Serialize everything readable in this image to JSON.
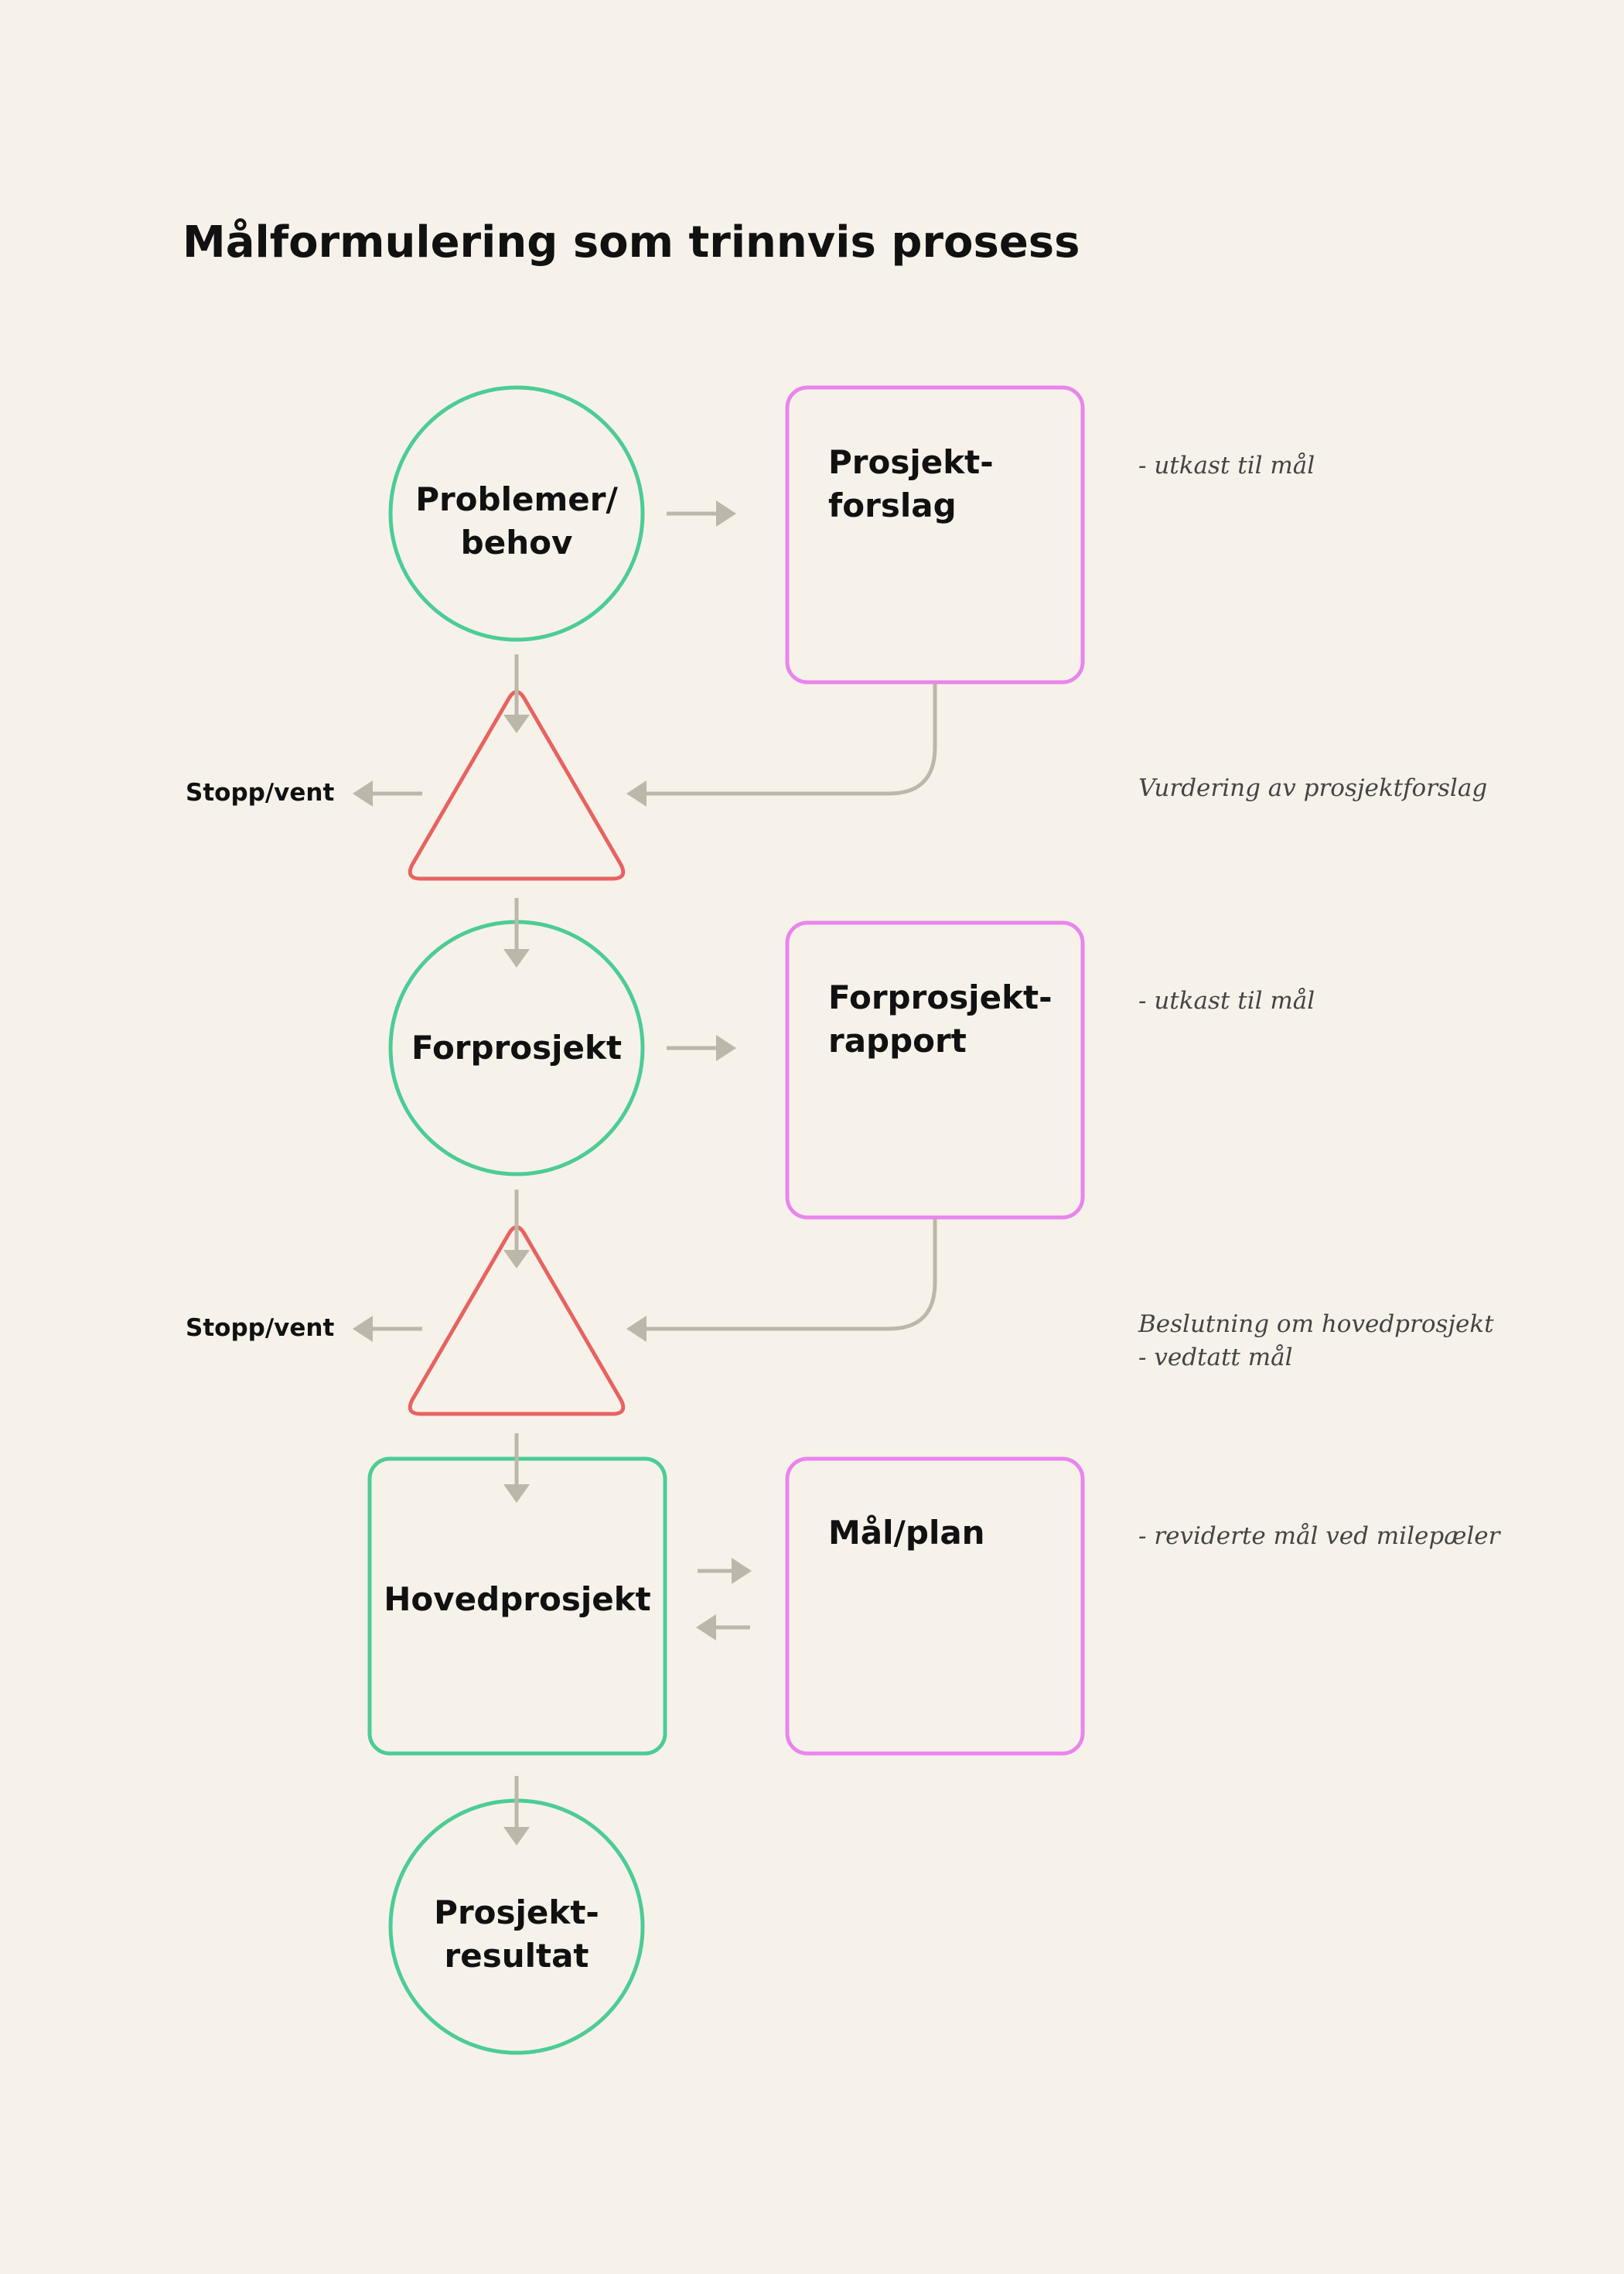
{
  "title": "Målformulering som trinnvis prosess",
  "colors": {
    "background": "#f6f2ea",
    "process_green": "#4ccc96",
    "document_pink": "#e985ec",
    "decision_red": "#e86262",
    "connector_gray": "#bcb7ab"
  },
  "nodes": {
    "problemer": {
      "line1": "Problemer/",
      "line2": "behov"
    },
    "prosjektforslag": {
      "line1": "Prosjekt-",
      "line2": "forslag"
    },
    "forprosjekt": {
      "label": "Forprosjekt"
    },
    "forprosjektrapport": {
      "line1": "Forprosjekt-",
      "line2": "rapport"
    },
    "hovedprosjekt": {
      "label": "Hovedprosjekt"
    },
    "maalplan": {
      "label": "Mål/plan"
    },
    "prosjektresultat": {
      "line1": "Prosjekt-",
      "line2": "resultat"
    }
  },
  "stop_labels": [
    "Stopp/vent",
    "Stopp/vent"
  ],
  "notes": {
    "note1": "- utkast til mål",
    "note2": "Vurdering av prosjektforslag",
    "note3": "- utkast til mål",
    "note4_line1": "Beslutning om hovedprosjekt",
    "note4_line2": "- vedtatt mål",
    "note5": "- reviderte mål ved milepæler"
  }
}
